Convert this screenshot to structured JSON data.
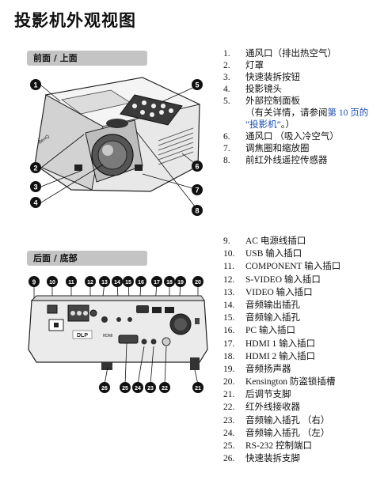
{
  "page": {
    "title": "投影机外观视图"
  },
  "front_section": {
    "header": "前面 / 上面",
    "figure_labels": [
      "1",
      "2",
      "3",
      "4",
      "5",
      "6",
      "7",
      "8"
    ],
    "items": [
      {
        "num": "1.",
        "text": "通风口（排出热空气）"
      },
      {
        "num": "2.",
        "text": "灯罩"
      },
      {
        "num": "3.",
        "text": "快速装拆按钮"
      },
      {
        "num": "4.",
        "text": "投影镜头"
      },
      {
        "num": "5.",
        "text": "外部控制面板"
      },
      {
        "num": "",
        "text_pre": "（有关详情，请参阅",
        "link": "第 10 页的",
        "text_post": ""
      },
      {
        "num": "",
        "text_pre": "",
        "link": "“投影机”",
        "text_post": "。）"
      },
      {
        "num": "6.",
        "text": "通风口 （吸入冷空气）"
      },
      {
        "num": "7.",
        "text": "调焦圈和缩放圈"
      },
      {
        "num": "8.",
        "text": "前红外线遥控传感器"
      }
    ]
  },
  "rear_section": {
    "header": "后面 / 底部",
    "figure_labels_top": [
      "9",
      "10",
      "11",
      "12",
      "13",
      "14",
      "15",
      "16",
      "17",
      "18",
      "19",
      "20"
    ],
    "figure_labels_bottom": [
      "26",
      "25",
      "24",
      "23",
      "22",
      "21"
    ],
    "items": [
      {
        "num": "9.",
        "text": "AC 电源线插口"
      },
      {
        "num": "10.",
        "text": "USB 输入插口"
      },
      {
        "num": "11.",
        "text": "COMPONENT 输入插口"
      },
      {
        "num": "12.",
        "text": "S-VIDEO 输入插口"
      },
      {
        "num": "13.",
        "text": "VIDEO 输入插口"
      },
      {
        "num": "14.",
        "text": "音频输出插孔"
      },
      {
        "num": "15.",
        "text": "音频输入插孔"
      },
      {
        "num": "16.",
        "text": "PC 输入插口"
      },
      {
        "num": "17.",
        "text": "HDMI 1 输入插口"
      },
      {
        "num": "18.",
        "text": "HDMI 2 输入插口"
      },
      {
        "num": "19.",
        "text": "音频扬声器"
      },
      {
        "num": "20.",
        "text": "Kensington 防盗锁插槽"
      },
      {
        "num": "21.",
        "text": "后调节支脚"
      },
      {
        "num": "22.",
        "text": "红外线接收器"
      },
      {
        "num": "23.",
        "text": "音频输入插孔 （右）"
      },
      {
        "num": "24.",
        "text": "音频输入插孔 （左）"
      },
      {
        "num": "25.",
        "text": "RS-232 控制端口"
      },
      {
        "num": "26.",
        "text": "快速装拆支脚"
      }
    ]
  },
  "brand_text": "BenQ",
  "logos": [
    "DLP",
    "HDMI"
  ],
  "colors": {
    "section_bar": "#c4c4c4",
    "link": "#1a4fb3",
    "callout": "#111111"
  }
}
